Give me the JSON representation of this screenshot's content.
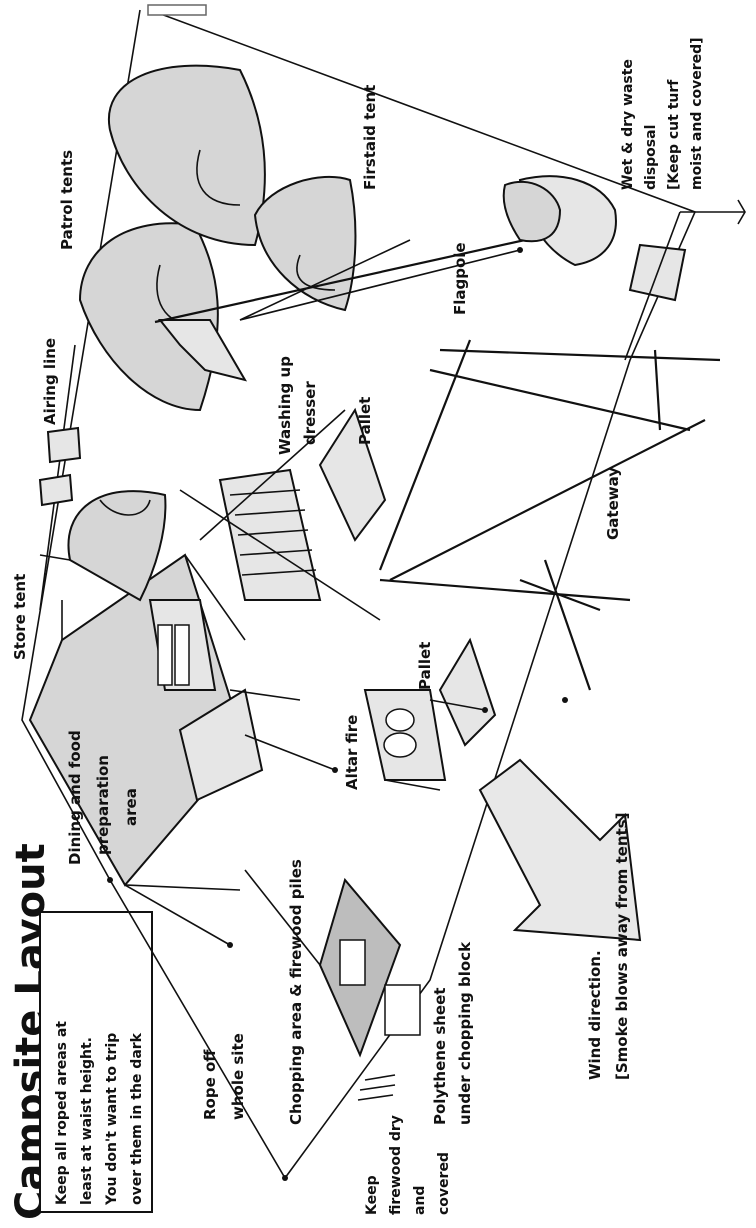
{
  "title": "Campsite Layout",
  "note": {
    "lines": [
      "Keep all roped areas at",
      "least at waist height.",
      "You don't want to trip",
      "over them in the dark"
    ]
  },
  "labels": {
    "dining": [
      "Dining and food",
      "preparation",
      "area"
    ],
    "rope_off": [
      "Rope off",
      "whole site"
    ],
    "chopping": "Chopping area & firewood piles",
    "keep_firewood": [
      "Keep",
      "firewood dry",
      "and",
      "covered"
    ],
    "polythene": [
      "Polythene sheet",
      "under chopping block"
    ],
    "wind": [
      "Wind direction.",
      "[Smoke blows away from tents]"
    ],
    "altar_fire": "Altar fire",
    "pallet_1": "Pallet",
    "pallet_2": "Pallet",
    "store_tent": "Store tent",
    "airing_line": "Airing line",
    "washing_up": [
      "Washing up",
      "dresser"
    ],
    "gateway": "Gateway",
    "flagpole": "Flagpole",
    "patrol_tents": "Patrol tents",
    "firstaid_tent": "Firstaid tent",
    "waste": [
      "Wet & dry waste",
      "disposal",
      "[Keep cut turf",
      "moist and covered]"
    ]
  }
}
